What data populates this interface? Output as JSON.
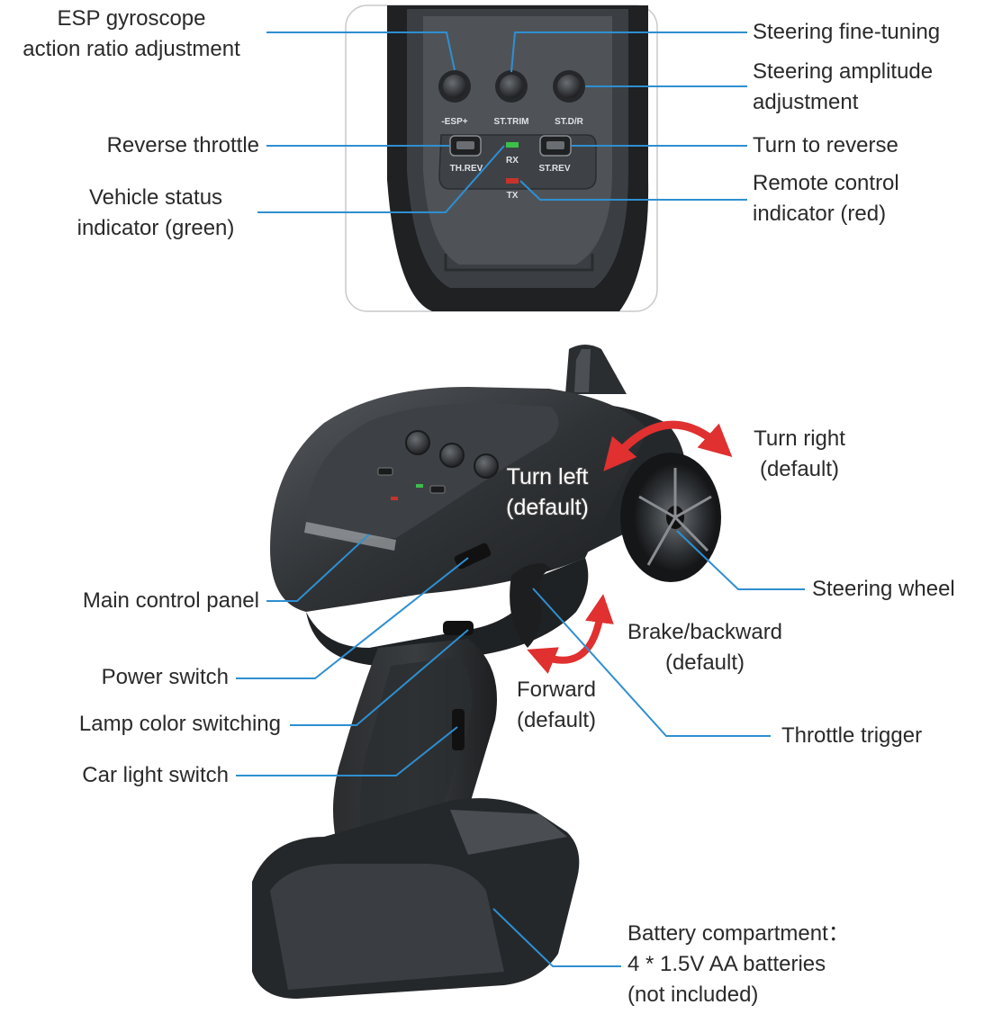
{
  "colors": {
    "leader": "#2f8fd1",
    "arrow": "#e03030",
    "body": "#2e3134",
    "panel": "#4d5155",
    "bg": "#ffffff"
  },
  "top_panel": {
    "knobs": [
      "-ESP+",
      "ST.TRIM",
      "ST.D/R"
    ],
    "switches": [
      "TH.REV",
      "ST.REV"
    ],
    "indicators": {
      "rx": "RX",
      "tx": "TX",
      "rx_color": "#3cbf4a",
      "tx_color": "#c7332c"
    }
  },
  "labels": {
    "esp": [
      "ESP gyroscope",
      "action ratio adjustment"
    ],
    "steering_fine": [
      "Steering fine-tuning"
    ],
    "steering_amp": [
      "Steering amplitude",
      "adjustment"
    ],
    "reverse_throttle": [
      "Reverse throttle"
    ],
    "turn_reverse": [
      "Turn to reverse"
    ],
    "vehicle_status": [
      "Vehicle status",
      "indicator (green)"
    ],
    "remote_indicator": [
      "Remote control",
      "indicator (red)"
    ],
    "turn_right": [
      "Turn right",
      "(default)"
    ],
    "turn_left": [
      "Turn left",
      "(default)"
    ],
    "main_panel": [
      "Main control panel"
    ],
    "steering_wheel": [
      "Steering wheel"
    ],
    "brake": [
      "Brake/backward",
      "(default)"
    ],
    "power": [
      "Power switch"
    ],
    "forward": [
      "Forward",
      "(default)"
    ],
    "lamp": [
      "Lamp color switching"
    ],
    "throttle": [
      "Throttle trigger"
    ],
    "car_light": [
      "Car light switch"
    ],
    "battery": [
      "Battery compartment：",
      "4 * 1.5V AA batteries",
      "(not included)"
    ]
  }
}
